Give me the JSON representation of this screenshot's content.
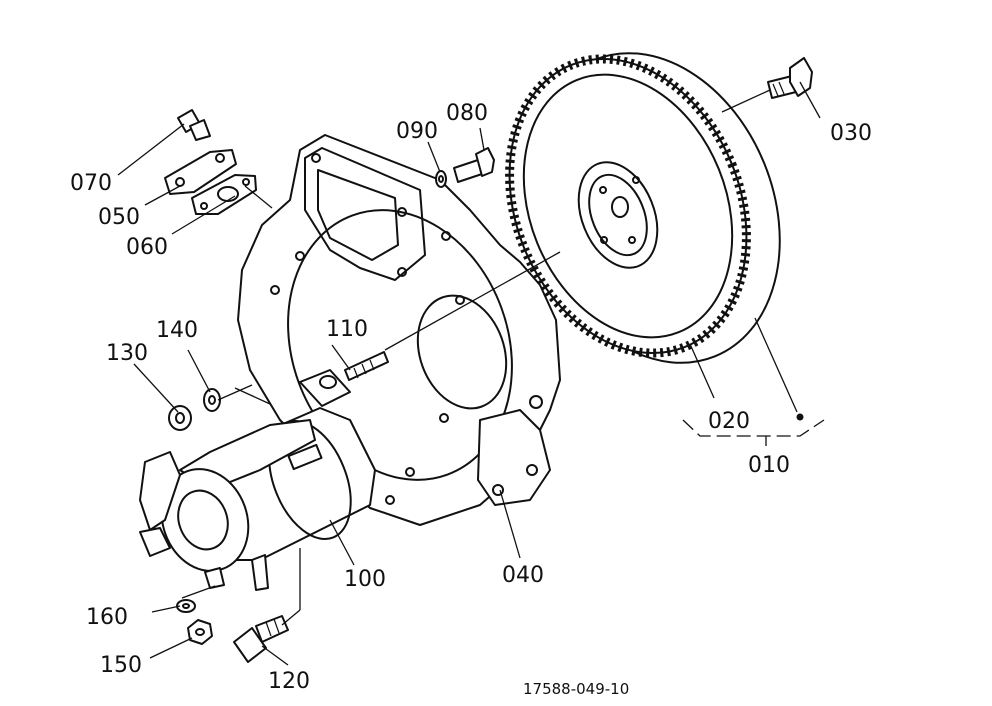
{
  "drawing": {
    "reference": "17588-049-10",
    "colors": {
      "ink": "#111111",
      "paper": "#ffffff"
    }
  },
  "callouts": [
    {
      "id": "010",
      "text": "010"
    },
    {
      "id": "020",
      "text": "020"
    },
    {
      "id": "030",
      "text": "030"
    },
    {
      "id": "040",
      "text": "040"
    },
    {
      "id": "050",
      "text": "050"
    },
    {
      "id": "060",
      "text": "060"
    },
    {
      "id": "070",
      "text": "070"
    },
    {
      "id": "080",
      "text": "080"
    },
    {
      "id": "090",
      "text": "090"
    },
    {
      "id": "100",
      "text": "100"
    },
    {
      "id": "110",
      "text": "110"
    },
    {
      "id": "120",
      "text": "120"
    },
    {
      "id": "130",
      "text": "130"
    },
    {
      "id": "140",
      "text": "140"
    },
    {
      "id": "150",
      "text": "150"
    },
    {
      "id": "160",
      "text": "160"
    }
  ]
}
